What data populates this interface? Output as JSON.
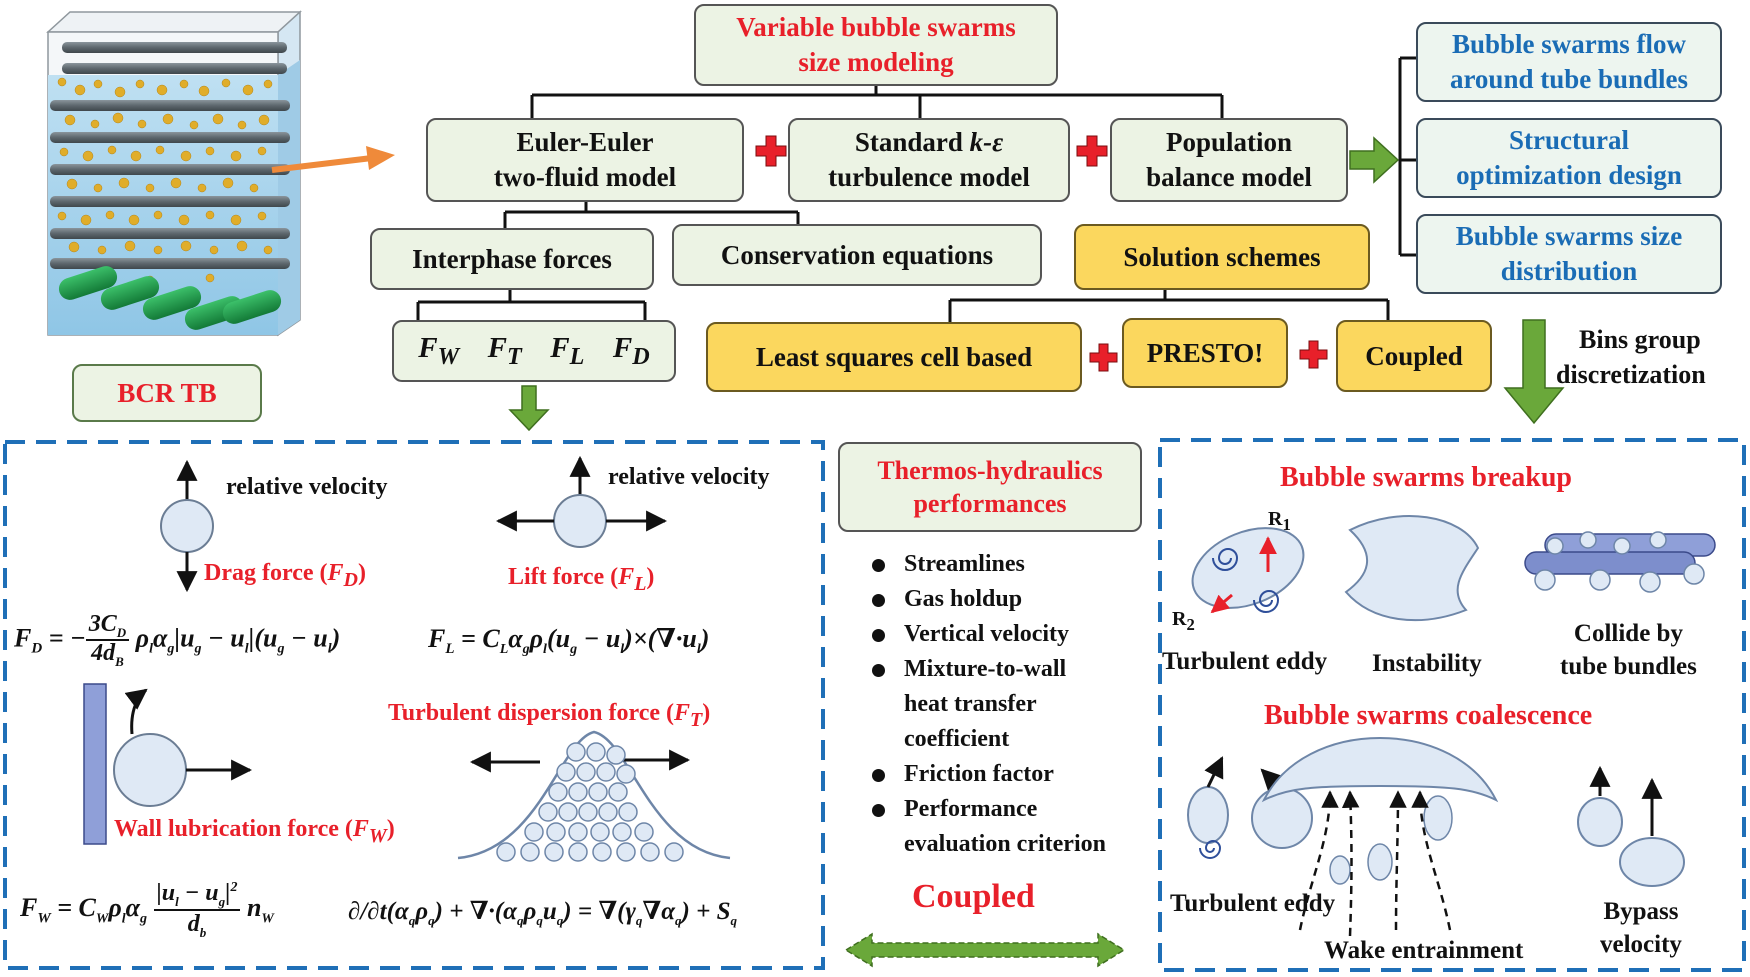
{
  "top": {
    "title_line1": "Variable bubble swarms",
    "title_line2": "size modeling"
  },
  "models": {
    "euler_line1": "Euler-Euler",
    "euler_line2": "two-fluid model",
    "turb_line1a": "Standard ",
    "turb_line1b": "k-ε",
    "turb_line2": "turbulence model",
    "pbm_line1": "Population",
    "pbm_line2": "balance model"
  },
  "outputs": {
    "flow_line1": "Bubble swarms flow",
    "flow_line2": "around tube bundles",
    "struct_line1": "Structural",
    "struct_line2": "optimization design",
    "size_line1": "Bubble swarms size",
    "size_line2": "distribution"
  },
  "interphase": {
    "label": "Interphase forces",
    "fw": "F",
    "fw_sub": "W",
    "ft": "F",
    "ft_sub": "T",
    "fl": "F",
    "fl_sub": "L",
    "fd": "F",
    "fd_sub": "D"
  },
  "conservation_label": "Conservation equations",
  "solution": {
    "label": "Solution schemes",
    "least_squares": "Least squares cell based",
    "presto": "PRESTO!",
    "coupled": "Coupled"
  },
  "bcr_label": "BCR TB",
  "bins": {
    "line1": "Bins group",
    "line2": "discretization"
  },
  "forces_panel": {
    "relative_velocity_1": "relative velocity",
    "relative_velocity_2": "relative velocity",
    "drag_label": "Drag force (",
    "drag_f": "F",
    "drag_sub": "D",
    "lift_label": "Lift force (",
    "lift_f": "F",
    "lift_sub": "L",
    "turb_disp_label": "Turbulent dispersion force (",
    "turb_f": "F",
    "turb_sub": "T",
    "wall_label": "Wall lubrication force (",
    "wall_f": "F",
    "wall_sub": "W",
    "close_paren": ")"
  },
  "thermo": {
    "title_line1": "Thermos-hydraulics",
    "title_line2": "performances",
    "items": [
      "Streamlines",
      "Gas holdup",
      "Vertical velocity",
      "Mixture-to-wall",
      "heat transfer",
      "coefficient",
      "Friction factor",
      "Performance",
      "evaluation criterion"
    ],
    "coupled_label": "Coupled"
  },
  "bubbles_panel": {
    "breakup_title": "Bubble swarms breakup",
    "r1": "R",
    "r1_sub": "1",
    "r2": "R",
    "r2_sub": "2",
    "turbulent_eddy_1": "Turbulent eddy",
    "instability": "Instability",
    "collide_line1": "Collide by",
    "collide_line2": "tube bundles",
    "coalescence_title": "Bubble swarms coalescence",
    "turbulent_eddy_2": "Turbulent eddy",
    "wake": "Wake entrainment",
    "bypass_line1": "Bypass",
    "bypass_line2": "velocity"
  },
  "colors": {
    "red_title": "#e8202a",
    "blue_title": "#1a6cb5",
    "green_box": "#ecf3e4",
    "yellow_box": "#fbd75e",
    "dashed_border": "#1f6fb7",
    "arrow_green": "#6aa83a",
    "arrow_orange": "#ef8a3a",
    "bubble_fill": "#dfe9f5"
  }
}
